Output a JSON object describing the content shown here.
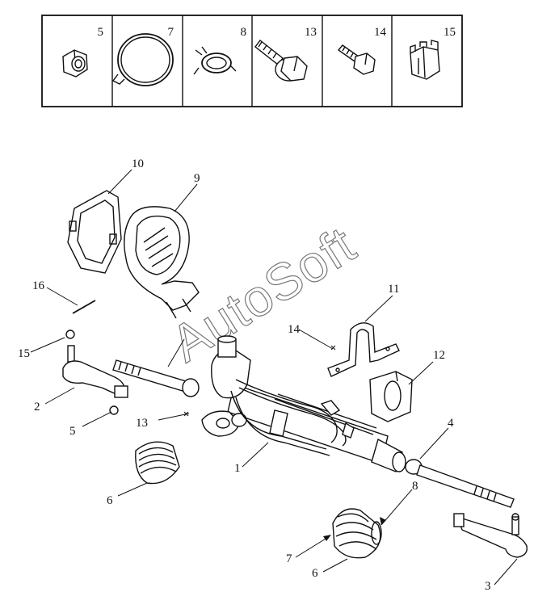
{
  "watermark": "AutoSoft",
  "legend_table": {
    "cells": [
      {
        "number": "5",
        "icon": "hex-nut-icon"
      },
      {
        "number": "7",
        "icon": "band-clamp-icon"
      },
      {
        "number": "8",
        "icon": "hose-clip-icon"
      },
      {
        "number": "13",
        "icon": "flange-bolt-icon"
      },
      {
        "number": "14",
        "icon": "bolt-icon"
      },
      {
        "number": "15",
        "icon": "castle-nut-icon"
      }
    ]
  },
  "callouts": {
    "c1": "1",
    "c2": "2",
    "c3": "3",
    "c4": "4",
    "c5": "5",
    "c6a": "6",
    "c6b": "6",
    "c7": "7",
    "c8": "8",
    "c9": "9",
    "c10": "10",
    "c11": "11",
    "c12": "12",
    "c13": "13",
    "c14": "14",
    "c15": "15",
    "c16": "16"
  }
}
